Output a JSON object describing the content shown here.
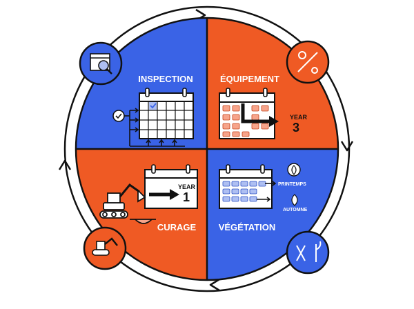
{
  "colors": {
    "blue": "#3a63e6",
    "orange": "#ef5a24",
    "outline": "#111111",
    "white": "#ffffff",
    "cell_orange": "#f7a48a",
    "cell_blue": "#aebff2"
  },
  "quadrants": {
    "inspection": {
      "label": "INSPECTION",
      "icon": "calendar-magnifier-icon"
    },
    "equipement": {
      "label": "ÉQUIPEMENT",
      "icon": "tools-gears-icon",
      "year_word": "YEAR",
      "year_number": "3"
    },
    "curage": {
      "label": "CURAGE",
      "icon": "excavator-icon",
      "year_word": "YEAR",
      "year_number": "1"
    },
    "vegetation": {
      "label": "VÉGÉTATION",
      "icon": "pruning-shears-plant-icon",
      "season_spring": "PRINTEMPS",
      "season_autumn": "AUTOMNE"
    }
  },
  "cycle": {
    "direction": "clockwise",
    "arrows": 4
  }
}
